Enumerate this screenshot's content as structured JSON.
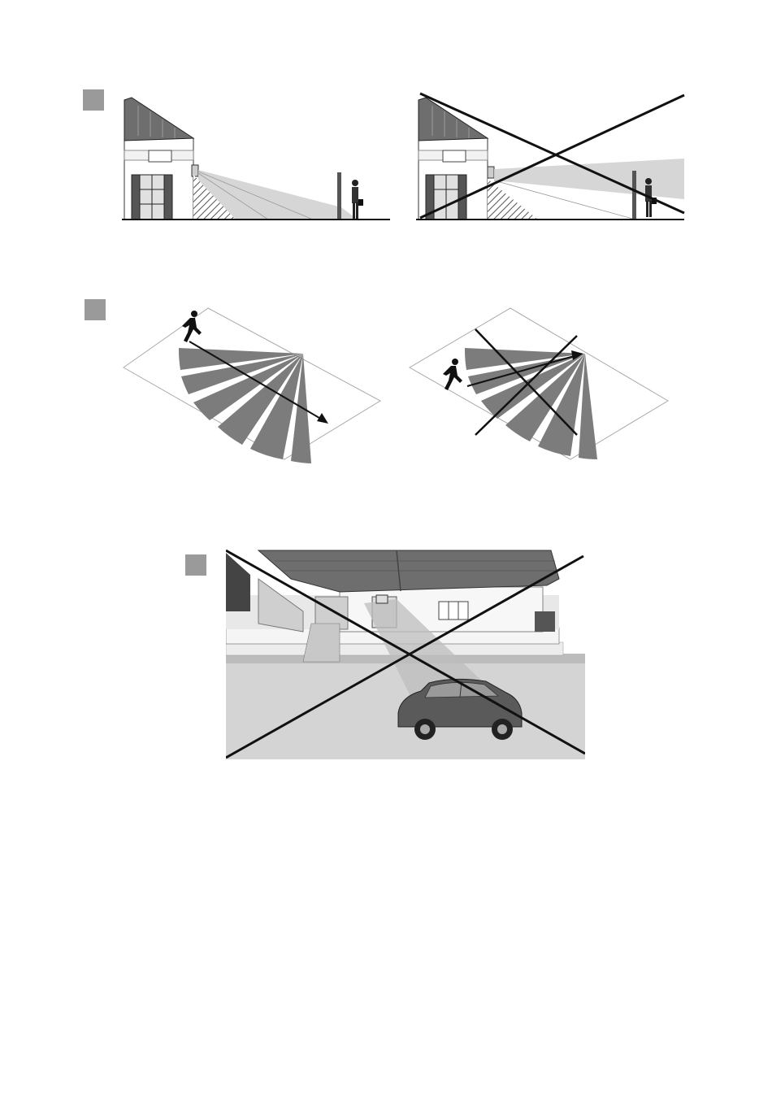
{
  "figures": [
    {
      "id": "fig-1",
      "panels": [
        {
          "id": "panel-1a",
          "crossed": false
        },
        {
          "id": "panel-1b",
          "crossed": true
        }
      ]
    },
    {
      "id": "fig-2",
      "panels": [
        {
          "id": "panel-2a",
          "crossed": false
        },
        {
          "id": "panel-2b",
          "crossed": true
        }
      ]
    },
    {
      "id": "fig-3",
      "panels": [
        {
          "id": "panel-3a",
          "crossed": true
        }
      ]
    }
  ],
  "colors": {
    "marker": "#9a9a9a",
    "beam": "#d2d2d2",
    "fan": "#7c7c7c",
    "line": "#111111",
    "roof": "#6e6e6e"
  },
  "icons": [
    "person-walking-icon",
    "person-with-briefcase-icon",
    "motion-sensor-icon",
    "car-icon",
    "house-icon"
  ]
}
